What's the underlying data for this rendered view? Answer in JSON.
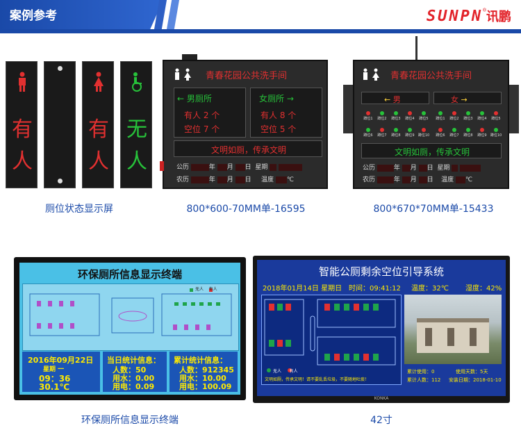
{
  "header": {
    "title": "案例参考",
    "logo_en": "SUNPN",
    "logo_cn": "讯鹏",
    "logo_reg": "®"
  },
  "product1": {
    "caption": "厕位状态显示屏",
    "panels": [
      {
        "chars": [
          "有",
          "人"
        ],
        "color": "#e23030",
        "icon": "male-figure-icon"
      },
      {
        "chars": [],
        "color": "#ffffff",
        "icon": "mounting-holes"
      },
      {
        "chars": [
          "有",
          "人"
        ],
        "color": "#e23030",
        "icon": "female-figure-icon"
      },
      {
        "chars": [
          "无",
          "人"
        ],
        "color": "#27c23a",
        "icon": "wheelchair-icon"
      }
    ]
  },
  "product2": {
    "caption": "800*600-70MM单-16595",
    "title": "青春花园公共洗手间",
    "male": {
      "label": "男厕所",
      "occupied": "有人 2 个",
      "vacant": "空位 7 个"
    },
    "female": {
      "label": "女厕所",
      "occupied": "有人 8 个",
      "vacant": "空位 5 个"
    },
    "slogan": "文明如厕，传承文明",
    "row1": {
      "calendar": "公历",
      "y": "年",
      "m": "月",
      "d": "日",
      "week": "星期"
    },
    "row2": {
      "calendar": "农历",
      "y": "年",
      "m": "月",
      "d": "日",
      "temp": "温度",
      "unit": "℃"
    }
  },
  "product3": {
    "caption": "800*670*70MM单-15433",
    "title": "青春花园公共洗手间",
    "male": "男",
    "female": "女",
    "stalls_row1": [
      "蹲位1",
      "蹲位2",
      "蹲位3",
      "蹲位4",
      "蹲位5"
    ],
    "stalls_row2": [
      "蹲位6",
      "蹲位7",
      "蹲位8",
      "蹲位9",
      "蹲位10"
    ],
    "slogan": "文明如厕，传承文明",
    "row1": {
      "calendar": "公历",
      "y": "年",
      "m": "月",
      "d": "日",
      "week": "星期"
    },
    "row2": {
      "calendar": "农历",
      "y": "年",
      "m": "月",
      "d": "日",
      "temp": "温度",
      "unit": "℃"
    }
  },
  "product4": {
    "caption": "环保厕所信息显示终端",
    "title": "环保厕所信息显示终端",
    "legend": [
      "无人",
      "有人"
    ],
    "date": "2016年09月22日",
    "weekday": "星期 一",
    "time": "09：36",
    "temp": "30.1℃",
    "daily": {
      "title": "当日统计信息：",
      "people": "人数：50",
      "water": "用水：0.00",
      "power": "用电：0.09"
    },
    "total": {
      "title": "累计统计信息：",
      "people": "人数：912345",
      "water": "用水：10.00",
      "power": "用电：100.09"
    }
  },
  "product5": {
    "caption": "42寸",
    "title": "智能公厕剩余空位引导系统",
    "date": "2018年01月14日 星期日",
    "time": "时间：09:41:12",
    "temp": "温度：32℃",
    "humidity": "湿度：42%",
    "legend": [
      "无人",
      "有人"
    ],
    "slogan": "文明如厕，传承文明！请不要乱丢垃圾，不要随地吐痰！",
    "total_uses": "累计使用：0",
    "use_days": "使用天数：5天",
    "total_count": "累计人数：112",
    "install_date": "安装日期：2018-01-10",
    "brand": "KONKA"
  }
}
